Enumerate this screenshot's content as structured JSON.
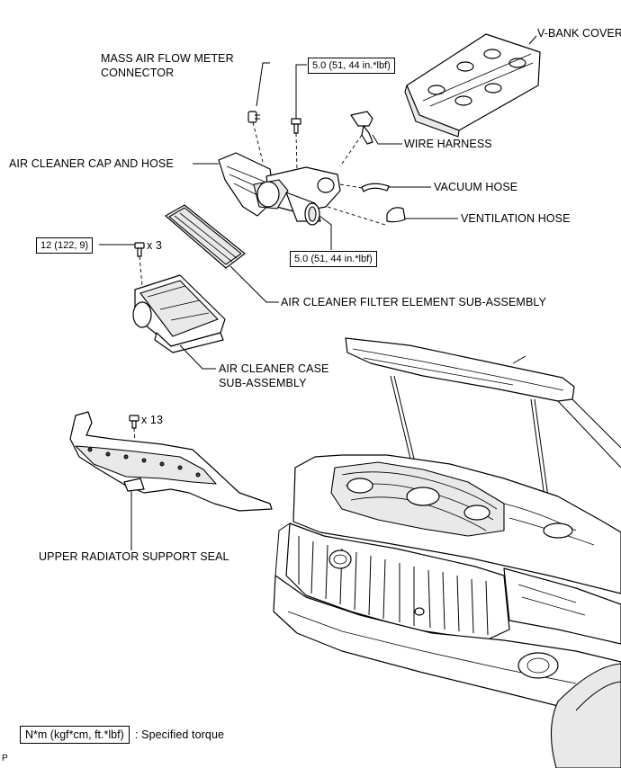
{
  "labels": {
    "maf_line1": "MASS AIR FLOW METER",
    "maf_line2": "CONNECTOR",
    "vbank": "V-BANK COVER",
    "wire_harness": "WIRE HARNESS",
    "cleaner_cap": "AIR CLEANER CAP AND HOSE",
    "vacuum": "VACUUM HOSE",
    "ventilation": "VENTILATION HOSE",
    "filter": "AIR CLEANER FILTER ELEMENT SUB-ASSEMBLY",
    "case_line1": "AIR CLEANER CASE",
    "case_line2": "SUB-ASSEMBLY",
    "radiator_seal": "UPPER RADIATOR SUPPORT SEAL",
    "qty_3": "x 3",
    "qty_13": "x 13",
    "corner_mark": "P"
  },
  "torques": {
    "top": "5.0 (51, 44 in.*lbf)",
    "mid": "5.0 (51, 44 in.*lbf)",
    "case": "12 (122, 9)"
  },
  "legend": {
    "box": "N*m (kgf*cm, ft.*lbf)",
    "text": ": Specified torque"
  }
}
